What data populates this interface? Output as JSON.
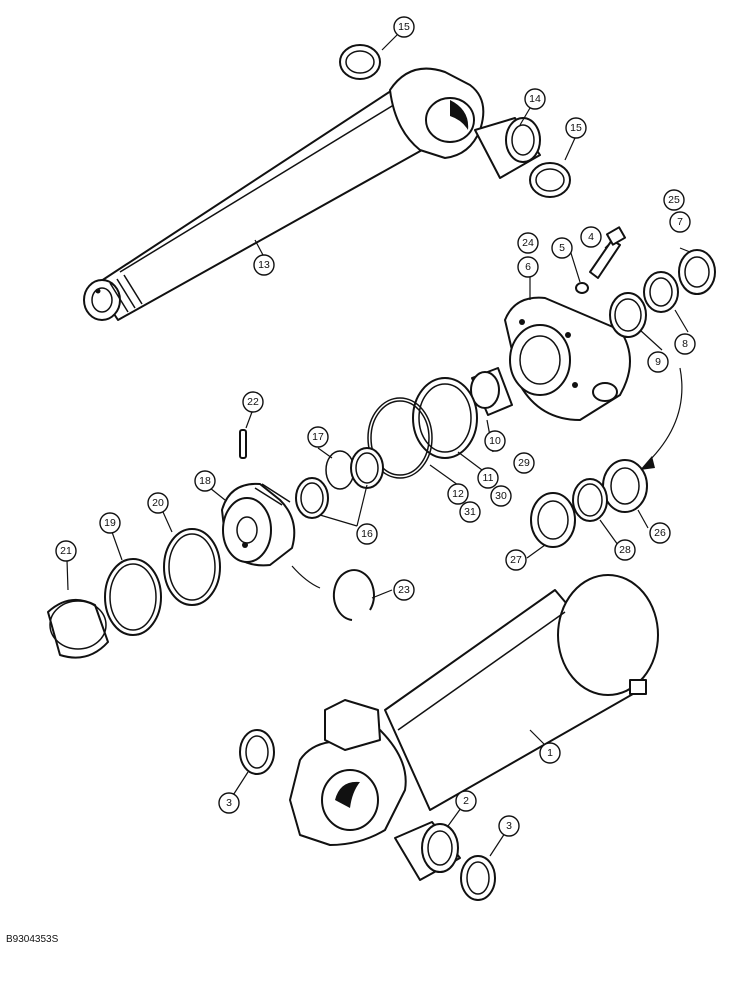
{
  "figure_id": "B9304353S",
  "callouts": [
    "1",
    "2",
    "3",
    "3",
    "4",
    "5",
    "6",
    "7",
    "8",
    "9",
    "10",
    "11",
    "12",
    "13",
    "14",
    "15",
    "15",
    "16",
    "17",
    "18",
    "19",
    "20",
    "21",
    "22",
    "23",
    "24",
    "25",
    "26",
    "27",
    "28",
    "29",
    "30",
    "31"
  ]
}
